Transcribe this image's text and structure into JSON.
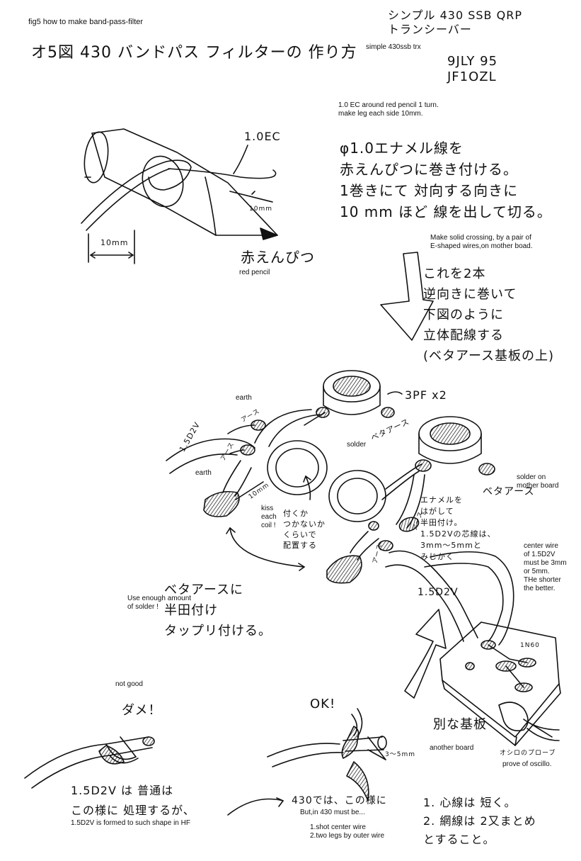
{
  "header": {
    "caption_en": "fig5 how to make band-pass-filter",
    "title_jp": "オ5図  430  バンドパス フィルターの 作り方",
    "project_jp": "シンプル 430 SSB QRP\nトランシーバー",
    "project_en": "simple 430ssb trx",
    "author": "9JLY 95\nJF1OZL"
  },
  "step1": {
    "pencil_wire_label": "1.0EC",
    "dim_10mm_leg": "10mm",
    "dim_10mm_tip": "10mm",
    "pencil_jp": "赤えんぴつ",
    "pencil_en": "red pencil",
    "note_en": "1.0 EC around red pencil 1 turn.\nmake leg each side 10mm.",
    "note_jp": "φ1.0エナメル線を\n赤えんぴつに巻き付ける。\n1巻きにて 対向する向きに\n10 mm ほど 線を出して切る。"
  },
  "step2": {
    "note_en": "Make solid crossing, by a pair of\nE-shaped wires,on mother boad.",
    "note_jp": "これを2本\n逆向きに巻いて\n下図のように\n立体配線する\n(ベタアース基板の上)"
  },
  "main": {
    "cap_label": "3PF x2",
    "earth_top": "earth",
    "earth_left": "earth",
    "coax_left": "1.5D2V",
    "coax_right": "1.5D2V",
    "solder": "solder",
    "beta_earth_a": "ベタアース",
    "beta_earth_b": "ベタアース",
    "solder_mother": "solder on\nmother board",
    "kiss_en": "kiss\neach\ncoil !",
    "kiss_jp": "付くか\nつかないか\nくらいで\n配置する",
    "dim_10mm": "10mm",
    "enamel_jp": "エナメルを\nはがして\n半田付け。\n1.5D2Vの芯線は、\n3mm〜5mmと\nみじかく",
    "center_en": "center wire\nof 1.5D2V\nmust be 3mm\nor 5mm.\nTHe shorter\nthe better.",
    "solder_jp": "ベタアースに\n半田付け\nタップリ付ける。",
    "solder_en": "Use enough amount\nof solder !",
    "small_ears": [
      "アース",
      "アース",
      "アース",
      "アース"
    ]
  },
  "bottom": {
    "not_good_en": "not good",
    "not_good_jp": "ダメ！",
    "ok_jp": "OK!",
    "dim_3_5mm": "3〜5mm",
    "board_jp": "別な基板",
    "board_en": "another board",
    "probe_jp": "オシロのプローブ",
    "probe_en": "prove of oscillo.",
    "in60": "1N60",
    "hf_jp": "1.5D2V は 普通は\nこの様に 処理するが、",
    "hf_en": "1.5D2V is formed to such shape in HF",
    "uhf_jp": "430では、この様に",
    "uhf_en": "But,in 430 must be...",
    "rules_en": "1.shot center wire\n2.two legs by outer wire",
    "rules_jp": "1. 心線は 短く。\n2. 網線は 2又まとめ\n   とすること。"
  },
  "colors": {
    "ink": "#111111",
    "paper": "#ffffff"
  }
}
